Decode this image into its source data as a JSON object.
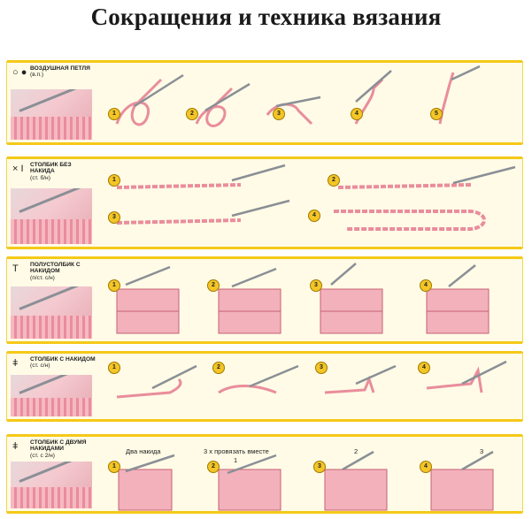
{
  "page": {
    "title": "Сокращения и техника вязания"
  },
  "sections": [
    {
      "name": "ВОЗДУШНАЯ ПЕТЛЯ",
      "abbr": "(в.п.)",
      "symbol": "○ ●",
      "steps": [
        "1",
        "2",
        "3",
        "4",
        "5"
      ]
    },
    {
      "name": "СТОЛБИК БЕЗ НАКИДА",
      "abbr": "(ст. б/н)",
      "symbol": "× I",
      "steps": [
        "1",
        "2",
        "3",
        "4"
      ]
    },
    {
      "name": "ПОЛУСТОЛБИК С НАКИДОМ",
      "abbr": "(п/ст. с/н)",
      "symbol": "T",
      "steps": [
        "1",
        "2",
        "3",
        "4"
      ]
    },
    {
      "name": "СТОЛБИК С НАКИДОМ",
      "abbr": "(ст. с/н)",
      "symbol": "ǂ",
      "steps": [
        "1",
        "2",
        "3",
        "4"
      ]
    },
    {
      "name": "СТОЛБИК С ДВУМЯ НАКИДАМИ",
      "abbr": "(ст. с 2/н)",
      "symbol": "ǂ",
      "steps": [
        "1",
        "2",
        "3",
        "4"
      ]
    }
  ],
  "notes": {
    "two_yarnovers": "Два накида",
    "three_pull": "3 х провязать вместе",
    "label_1": "1",
    "label_2": "2",
    "label_3": "3"
  },
  "colors": {
    "accent": "#f3c526",
    "yarn": "#e98d9c",
    "hook": "#8a8f96"
  }
}
